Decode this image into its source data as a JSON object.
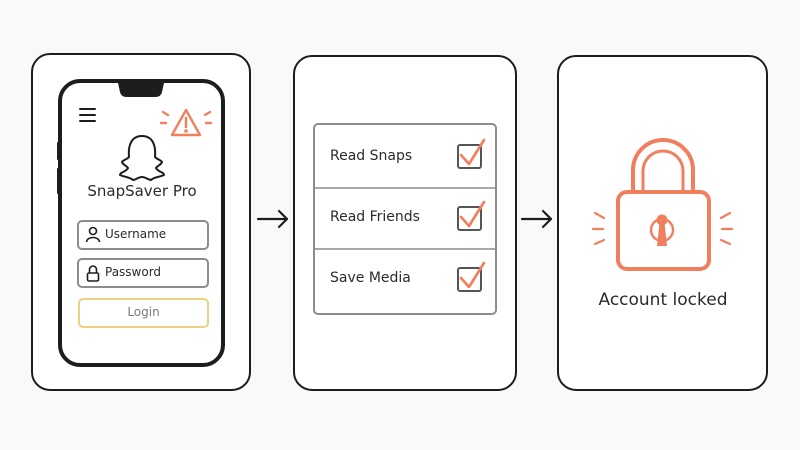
{
  "panel1": {
    "app_name": "SnapSaver Pro",
    "username_placeholder": "Username",
    "password_placeholder": "Password",
    "login_label": "Login"
  },
  "panel2": {
    "permissions": [
      {
        "label": "Read Snaps",
        "checked": true
      },
      {
        "label": "Read Friends",
        "checked": true
      },
      {
        "label": "Save Media",
        "checked": true
      }
    ]
  },
  "panel3": {
    "status": "Account locked"
  },
  "icons": {
    "menu": "hamburger-menu-icon",
    "warning": "warning-triangle-icon",
    "ghost": "ghost-logo-icon",
    "user": "user-icon",
    "lock_small": "padlock-icon",
    "check": "checkmark-icon",
    "arrow": "right-arrow-icon",
    "lock_big": "padlock-keyhole-icon"
  },
  "colors": {
    "ink": "#1d1d1d",
    "accent": "#f07f5e",
    "field_border": "#8c8c8c",
    "login_border": "#f0cf82",
    "panel_fill": "#ffffff"
  }
}
